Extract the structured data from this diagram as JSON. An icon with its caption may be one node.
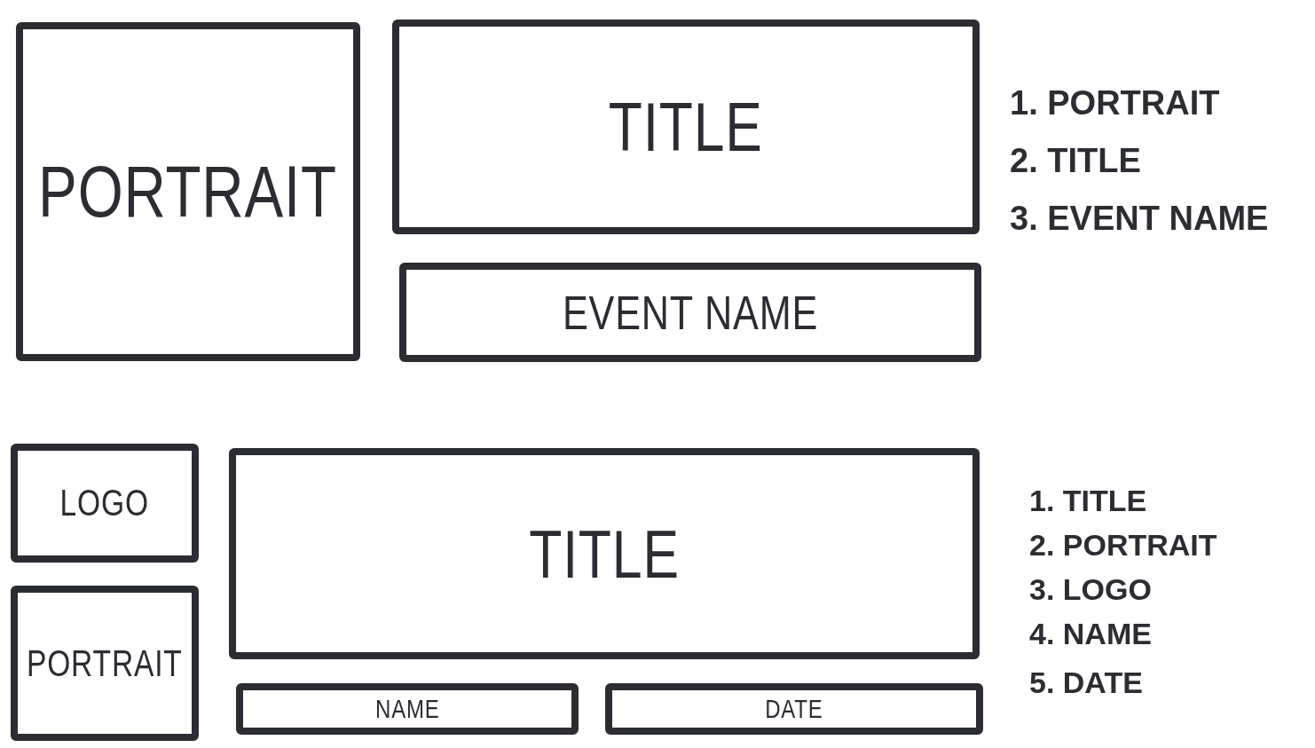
{
  "diagram": {
    "nodes": [
      {
        "text": [
          "PORTRAIT"
        ]
      },
      {
        "text": [
          "TITLE"
        ]
      },
      {
        "text": [
          "EVENT NAME"
        ]
      },
      {
        "text": [
          "LOGO"
        ]
      },
      {
        "text": [
          "TITLE"
        ]
      },
      {
        "text": [
          "PORTRAIT"
        ]
      },
      {
        "text": [
          "NAME"
        ]
      },
      {
        "text": [
          "DATE"
        ]
      }
    ],
    "edges": [],
    "labels": [
      "1. PORTRAIT",
      "2. TITLE",
      "3. EVENT NAME",
      "1. TITLE",
      "2. PORTRAIT",
      "3. LOGO",
      "4. NAME",
      "5. DATE"
    ]
  }
}
